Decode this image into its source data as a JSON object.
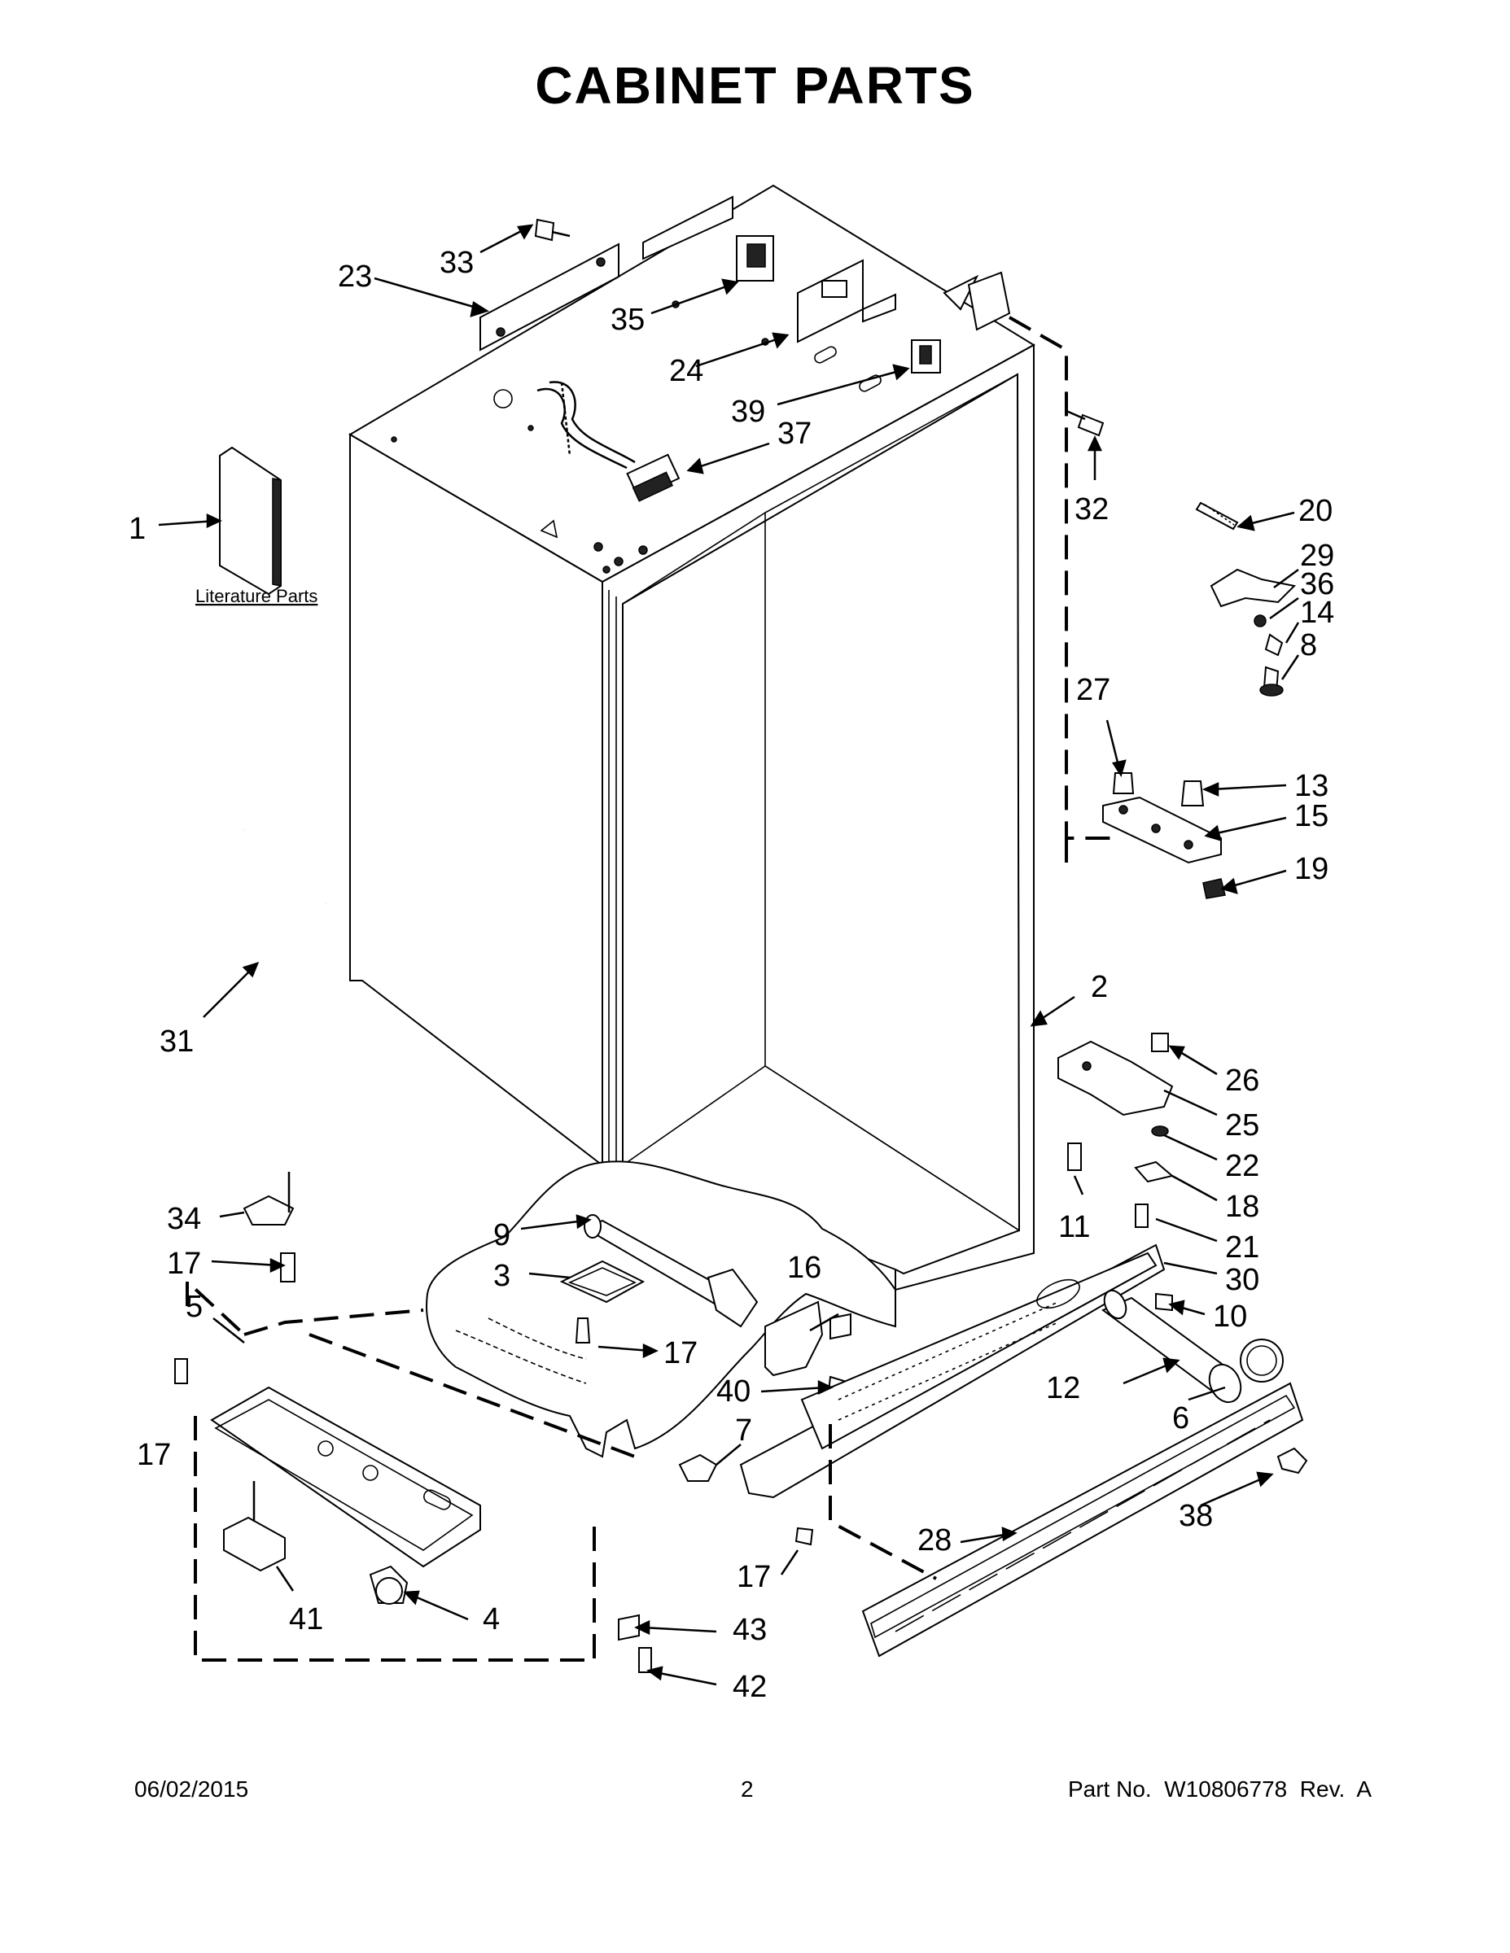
{
  "title": "CABINET PARTS",
  "literature_label": "Literature Parts",
  "callouts": [
    {
      "id": "c1",
      "label": "1"
    },
    {
      "id": "c2",
      "label": "2"
    },
    {
      "id": "c3",
      "label": "3"
    },
    {
      "id": "c4",
      "label": "4"
    },
    {
      "id": "c5",
      "label": "5"
    },
    {
      "id": "c6",
      "label": "6"
    },
    {
      "id": "c7",
      "label": "7"
    },
    {
      "id": "c8",
      "label": "8"
    },
    {
      "id": "c9",
      "label": "9"
    },
    {
      "id": "c10",
      "label": "10"
    },
    {
      "id": "c11",
      "label": "11"
    },
    {
      "id": "c12",
      "label": "12"
    },
    {
      "id": "c13",
      "label": "13"
    },
    {
      "id": "c14",
      "label": "14"
    },
    {
      "id": "c15",
      "label": "15"
    },
    {
      "id": "c16",
      "label": "16"
    },
    {
      "id": "c17a",
      "label": "17"
    },
    {
      "id": "c17b",
      "label": "17"
    },
    {
      "id": "c17c",
      "label": "17"
    },
    {
      "id": "c17d",
      "label": "17"
    },
    {
      "id": "c18",
      "label": "18"
    },
    {
      "id": "c19",
      "label": "19"
    },
    {
      "id": "c20",
      "label": "20"
    },
    {
      "id": "c21",
      "label": "21"
    },
    {
      "id": "c22",
      "label": "22"
    },
    {
      "id": "c23",
      "label": "23"
    },
    {
      "id": "c24",
      "label": "24"
    },
    {
      "id": "c25",
      "label": "25"
    },
    {
      "id": "c26",
      "label": "26"
    },
    {
      "id": "c27",
      "label": "27"
    },
    {
      "id": "c28",
      "label": "28"
    },
    {
      "id": "c29",
      "label": "29"
    },
    {
      "id": "c30",
      "label": "30"
    },
    {
      "id": "c31",
      "label": "31"
    },
    {
      "id": "c32",
      "label": "32"
    },
    {
      "id": "c33",
      "label": "33"
    },
    {
      "id": "c34",
      "label": "34"
    },
    {
      "id": "c35",
      "label": "35"
    },
    {
      "id": "c36",
      "label": "36"
    },
    {
      "id": "c37",
      "label": "37"
    },
    {
      "id": "c38",
      "label": "38"
    },
    {
      "id": "c39",
      "label": "39"
    },
    {
      "id": "c40",
      "label": "40"
    },
    {
      "id": "c41",
      "label": "41"
    },
    {
      "id": "c42",
      "label": "42"
    },
    {
      "id": "c43",
      "label": "43"
    }
  ],
  "footer": {
    "date": "06/02/2015",
    "page": "2",
    "part_number": "Part No.  W10806778  Rev.  A"
  }
}
